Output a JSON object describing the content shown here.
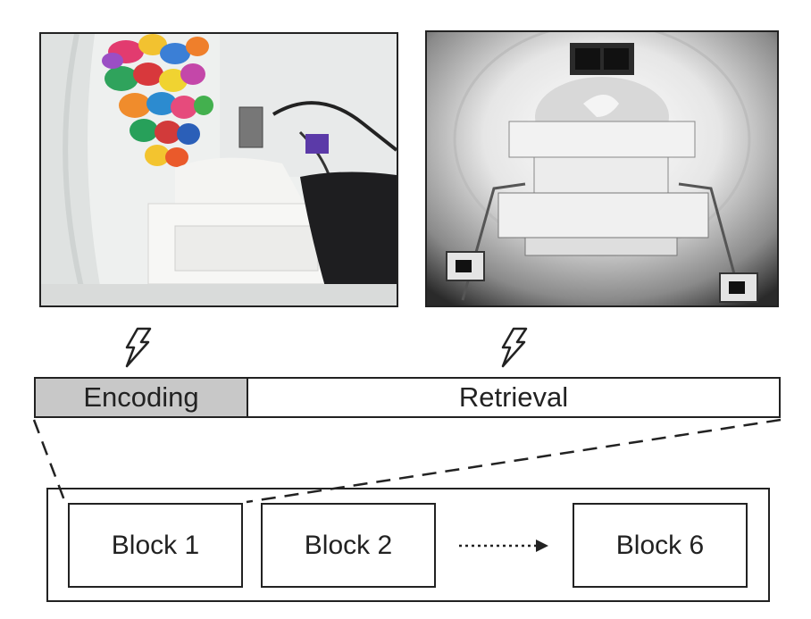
{
  "timeline": {
    "phases": [
      {
        "label": "Encoding",
        "fill": "#c8c8c8"
      },
      {
        "label": "Retrieval",
        "fill": "#ffffff"
      }
    ]
  },
  "blocks": {
    "first": "Block 1",
    "second": "Block 2",
    "last": "Block 6"
  },
  "icons": {
    "stimulus_markers": [
      "lightning-bolt-icon",
      "lightning-bolt-icon"
    ],
    "sequence_arrow": "dotted-arrow-icon"
  },
  "colors": {
    "line": "#222222",
    "encoding_fill": "#c8c8c8"
  }
}
